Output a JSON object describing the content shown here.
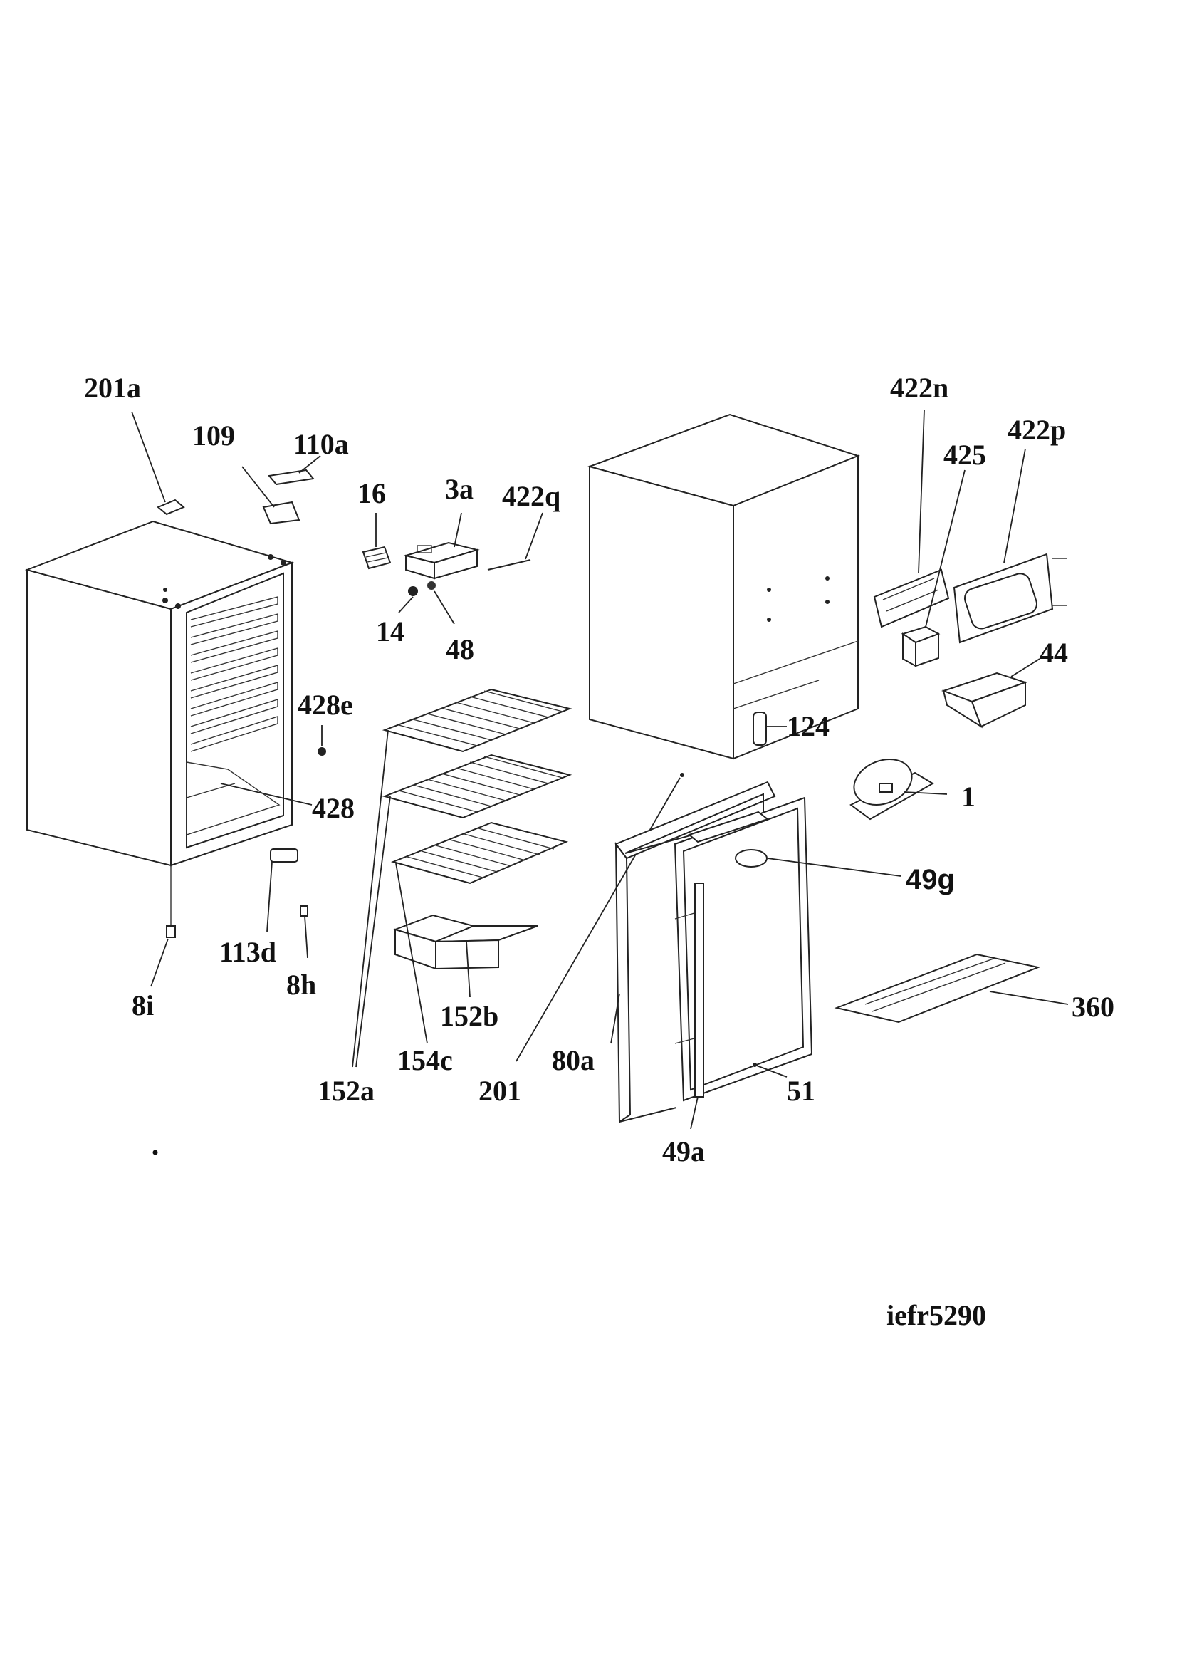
{
  "diagram_id": "iefr5290",
  "labels": {
    "l201a": "201a",
    "l109": "109",
    "l110a": "110a",
    "l16": "16",
    "l3a": "3a",
    "l422q": "422q",
    "l14": "14",
    "l48": "48",
    "l428e": "428e",
    "l428": "428",
    "l113d": "113d",
    "l8h": "8h",
    "l8i": "8i",
    "l152a": "152a",
    "l154c": "154c",
    "l152b": "152b",
    "l201": "201",
    "l80a": "80a",
    "l49a": "49a",
    "l51": "51",
    "l49g": "49g",
    "l360": "360",
    "l1": "1",
    "l124": "124",
    "l44": "44",
    "l422n": "422n",
    "l425": "425",
    "l422p": "422p"
  }
}
